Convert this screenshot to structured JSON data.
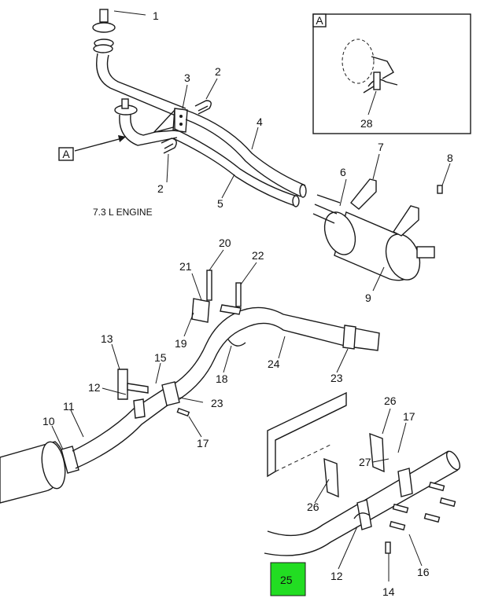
{
  "engine_label": "7.3 L ENGINE",
  "detail_view_label": "A",
  "detail_ref_label": "A",
  "highlight_color": "#22dd22",
  "callouts": {
    "c1": "1",
    "c2a": "2",
    "c2b": "2",
    "c3": "3",
    "c4": "4",
    "c5": "5",
    "c6": "6",
    "c7": "7",
    "c8": "8",
    "c9": "9",
    "c10": "10",
    "c11": "11",
    "c12a": "12",
    "c12b": "12",
    "c13": "13",
    "c14": "14",
    "c15": "15",
    "c16": "16",
    "c17a": "17",
    "c17b": "17",
    "c18": "18",
    "c19": "19",
    "c20": "20",
    "c21": "21",
    "c22": "22",
    "c23a": "23",
    "c23b": "23",
    "c24": "24",
    "c25": "25",
    "c26a": "26",
    "c26b": "26",
    "c27": "27",
    "c28": "28"
  }
}
